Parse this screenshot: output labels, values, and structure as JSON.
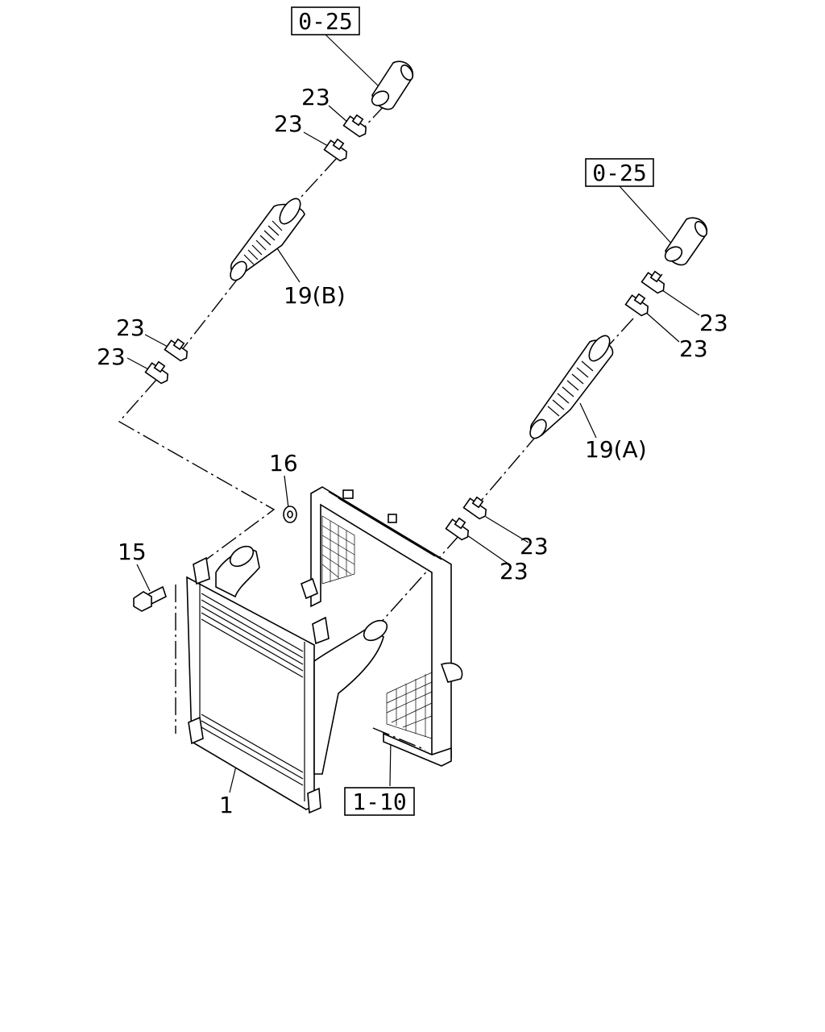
{
  "refs": {
    "ref_upper_left": "0-25",
    "ref_upper_right": "0-25",
    "ref_bottom": "1-10"
  },
  "callouts": {
    "clamp_a1": "23",
    "clamp_a2": "23",
    "clamp_b1": "23",
    "clamp_b2": "23",
    "clamp_c1": "23",
    "clamp_c2": "23",
    "clamp_d1": "23",
    "clamp_d2": "23",
    "hose_b": "19(B)",
    "hose_a": "19(A)",
    "washer": "16",
    "bolt": "15",
    "intercooler": "1"
  }
}
